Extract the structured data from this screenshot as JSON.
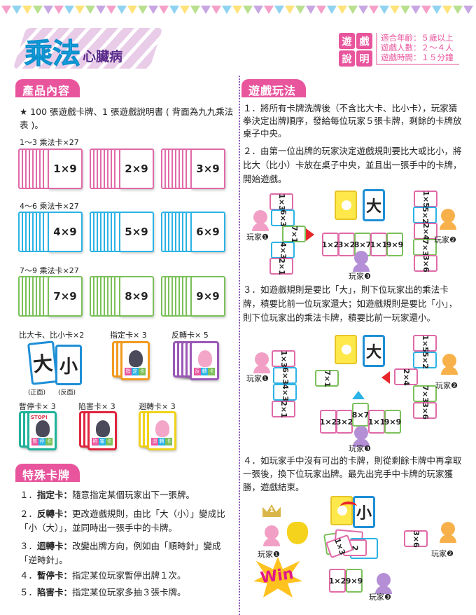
{
  "header": {
    "title_main": "乘法",
    "title_sub": "心臟病",
    "badge": [
      "遊",
      "戲",
      "說",
      "明"
    ],
    "info": [
      "適合年齡：５歲以上",
      "遊戲人數：２～４人",
      "遊戲時間：１５分鐘"
    ]
  },
  "colors": {
    "accent": "#e8559d",
    "title": "#1eaee8",
    "pink": "#e06aa8",
    "blue": "#2bb3e6",
    "green": "#7cc05a"
  },
  "contents": {
    "heading": "產品內容",
    "intro": "★ 100 張遊戲卡牌、1 張遊戲說明書 ( 背面為九九乘法表 )。",
    "groups": [
      {
        "label": "1～3 乘法卡×27",
        "cards": [
          "1×9",
          "2×9",
          "3×9"
        ]
      },
      {
        "label": "4～6 乘法卡×27",
        "cards": [
          "4×9",
          "5×9",
          "6×9"
        ]
      },
      {
        "label": "7～9 乘法卡×27",
        "cards": [
          "7×9",
          "8×9",
          "9×9"
        ]
      }
    ],
    "special": [
      {
        "label": "比大卡、比小卡×2",
        "faces": [
          "大",
          "小"
        ],
        "notes": [
          "(正面)",
          "(反面)"
        ]
      },
      {
        "label": "指定卡× 3",
        "tag": [
          "指",
          "定",
          "卡"
        ]
      },
      {
        "label": "反轉卡× 5",
        "tag": [
          "反",
          "轉",
          "卡"
        ]
      },
      {
        "label": "暫停卡× 3",
        "tag": [
          "暫",
          "停",
          "卡"
        ],
        "extra": "STOP!"
      },
      {
        "label": "陷害卡× 3",
        "tag": [
          "陷",
          "害",
          "卡"
        ]
      },
      {
        "label": "迴轉卡× 3",
        "tag": [
          "迴",
          "轉",
          "卡"
        ]
      }
    ]
  },
  "special_cards": {
    "heading": "特殊卡牌",
    "items": [
      {
        "num": "１．",
        "name": "指定卡：",
        "desc": "隨意指定某個玩家出下一張牌。"
      },
      {
        "num": "２．",
        "name": "反轉卡：",
        "desc": "更改遊戲規則，由比「大（小）」變成比「小（大）」，並同時出一張手中的卡牌。"
      },
      {
        "num": "３．",
        "name": "迴轉卡：",
        "desc": "改變出牌方向，例如由「順時針」變成「逆時針」。"
      },
      {
        "num": "４．",
        "name": "暫停卡：",
        "desc": "指定某位玩家暫停出牌１次。"
      },
      {
        "num": "５．",
        "name": "陷害卡：",
        "desc": "指定某位玩家多抽３張卡牌。"
      }
    ]
  },
  "rules": {
    "heading": "遊戲玩法",
    "steps": [
      "１．將所有卡牌洗牌後（不含比大卡、比小卡），玩家猜拳決定出牌順序，發給每位玩家５張卡牌，剩餘的卡牌放桌子中央。",
      "２．由第一位出牌的玩家決定遊戲規則要比大或比小，將比大（比小）卡放在桌子中央，並且出一張手中的卡牌，開始遊戲。",
      "３．如遊戲規則是要比「大」，則下位玩家出的乘法卡牌，積要比前一位玩家還大；如遊戲規則是要比「小」，則下位玩家出的乘法卡牌，積要比前一玩家還小。",
      "４．如玩家手中沒有可出的卡牌，則從剩餘卡牌中再拿取一張後，換下位玩家出牌。最先出完手中卡牌的玩家獲勝，遊戲結束。"
    ]
  },
  "players": [
    "玩家❶",
    "玩家❷",
    "玩家❸"
  ],
  "diagram1": {
    "rule_card": "大",
    "p1": [
      "1×3",
      "6×3",
      "7×1",
      "4×3",
      "2×1"
    ],
    "p2": [
      "1×5",
      "5×2",
      "2×4",
      "7×3",
      "3×6"
    ],
    "p3": [
      "1×2",
      "3×2",
      "8×7",
      "1×1",
      "9×9"
    ]
  },
  "diagram2": {
    "rule_card": "大",
    "p1": [
      "1×3",
      "6×3",
      "4×3",
      "2×1"
    ],
    "played": "7×1",
    "p2": [
      "1×5",
      "5×2",
      "2×4",
      "7×3",
      "3×6"
    ],
    "p3": [
      "1×2",
      "3×2",
      "8×7",
      "1×1",
      "9×9"
    ]
  },
  "diagram3": {
    "rule_card": "小",
    "pile": [
      "1×3",
      "2"
    ],
    "p2": [
      "3×6"
    ],
    "p3": [
      "1×2",
      "9×9"
    ],
    "win": "Win",
    "crown": "1"
  }
}
